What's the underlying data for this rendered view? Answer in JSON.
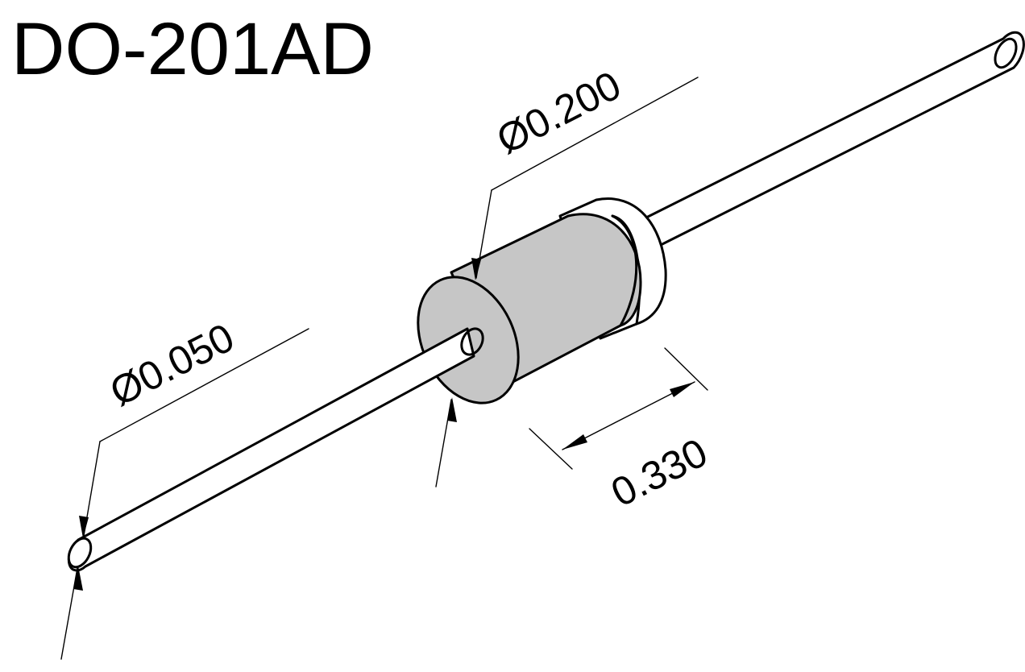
{
  "title": "DO-201AD",
  "dimensions": {
    "lead_diameter": "Ø0.050",
    "body_diameter": "Ø0.200",
    "body_length": "0.330"
  },
  "colors": {
    "body": "#c6c6c6",
    "outline": "#000000",
    "background": "#ffffff"
  }
}
